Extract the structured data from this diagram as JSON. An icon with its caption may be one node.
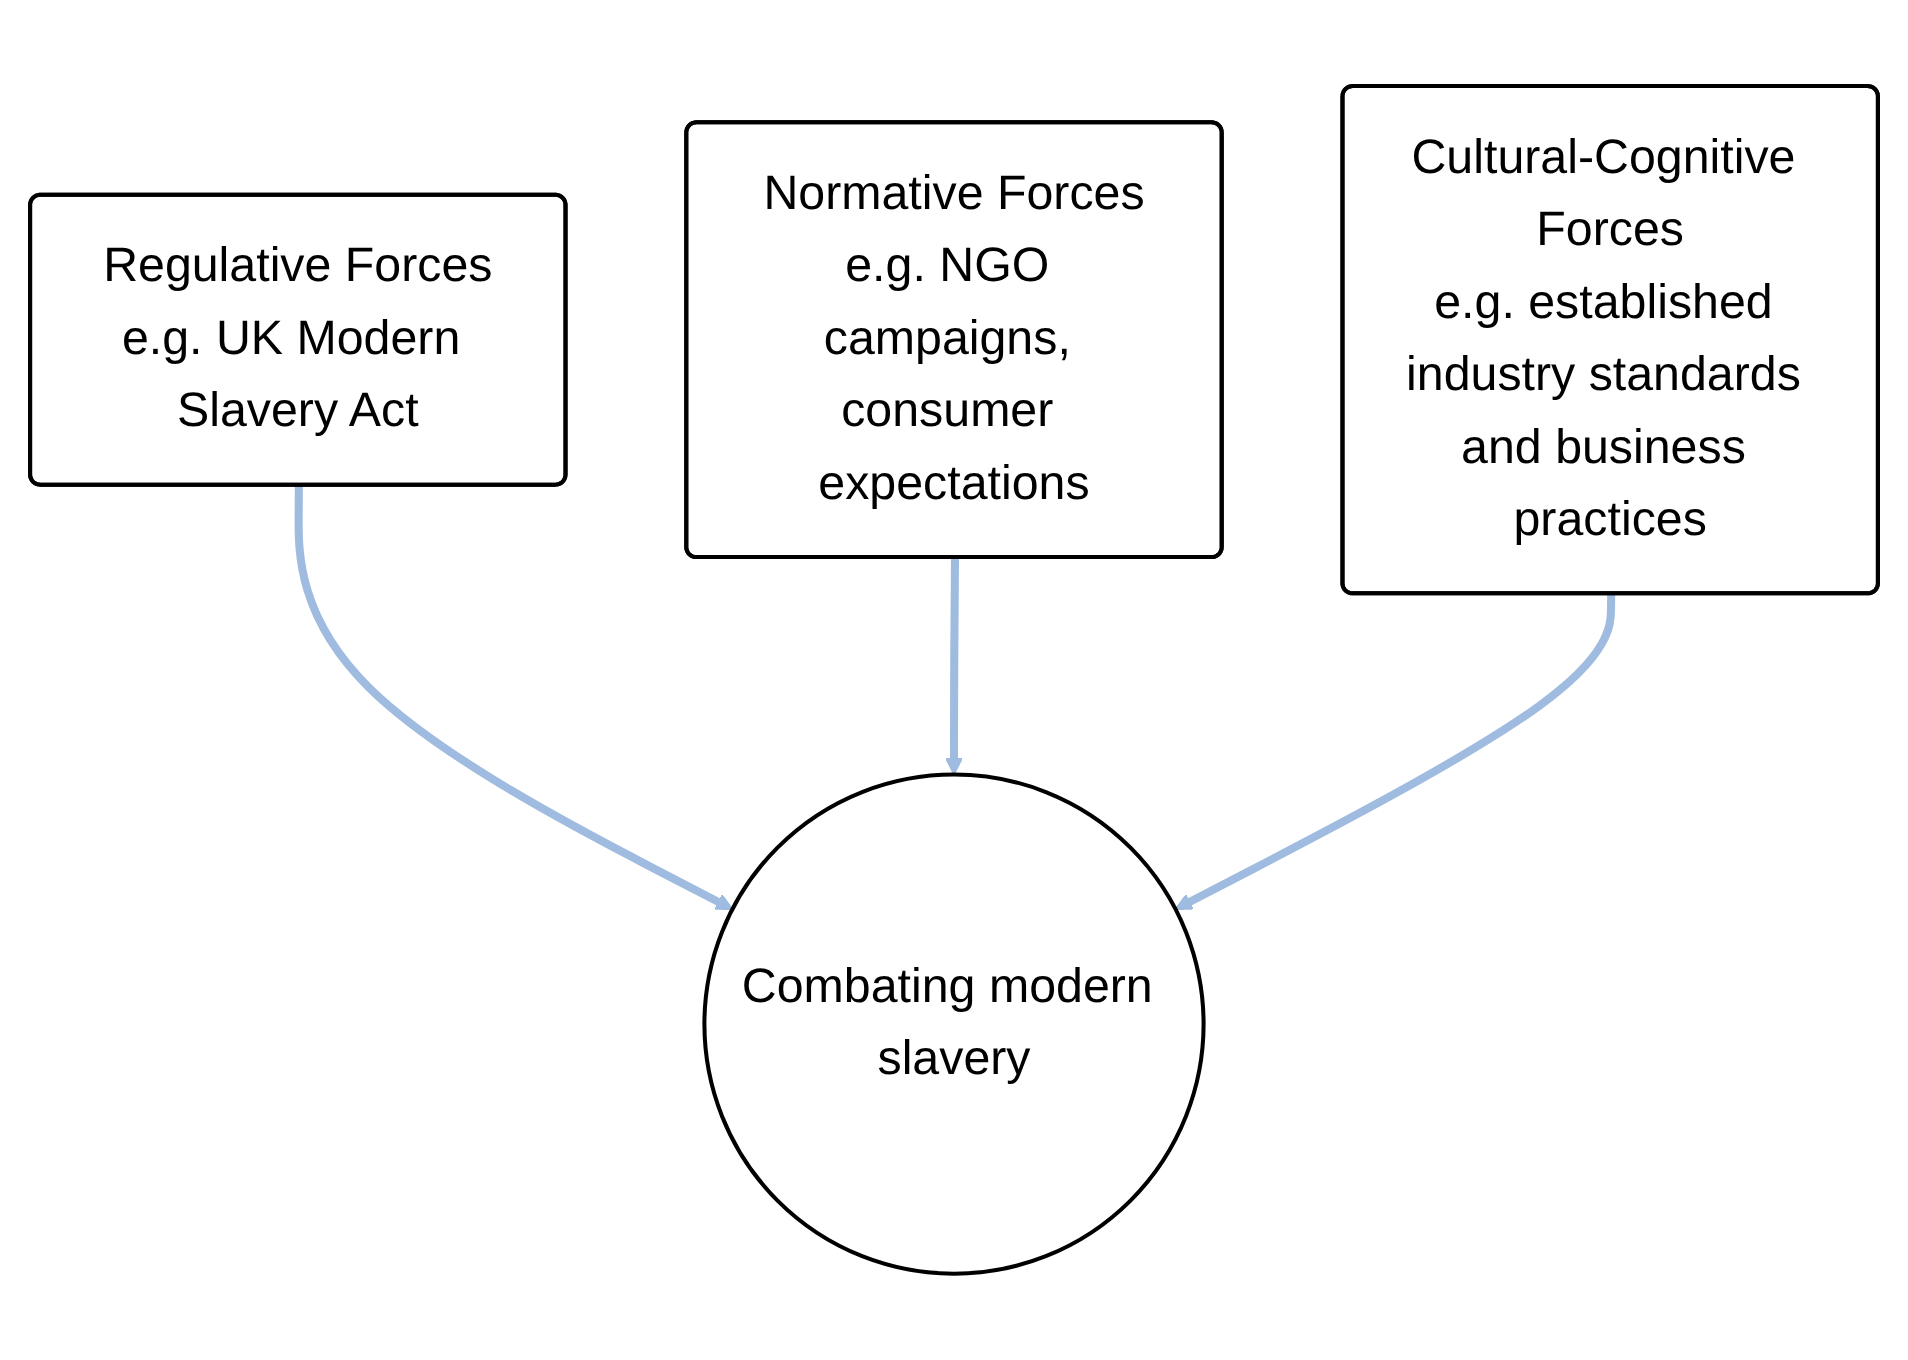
{
  "diagram": {
    "nodes": [
      {
        "text": [
          "Regulative Forces",
          "e.g. UK Modern Slavery Act"
        ]
      },
      {
        "text": [
          "Normative Forces",
          "e.g. NGO campaigns, consumer expectations"
        ]
      },
      {
        "text": [
          "Cultural-Cognitive Forces",
          "e.g. established industry standards and business practices"
        ]
      },
      {
        "text": [
          "Combating modern slavery"
        ]
      }
    ],
    "edges": [
      {
        "from": 0,
        "to": 3,
        "arrow": "to"
      },
      {
        "from": 1,
        "to": 3,
        "arrow": "to"
      },
      {
        "from": 2,
        "to": 3,
        "arrow": "to"
      }
    ]
  }
}
